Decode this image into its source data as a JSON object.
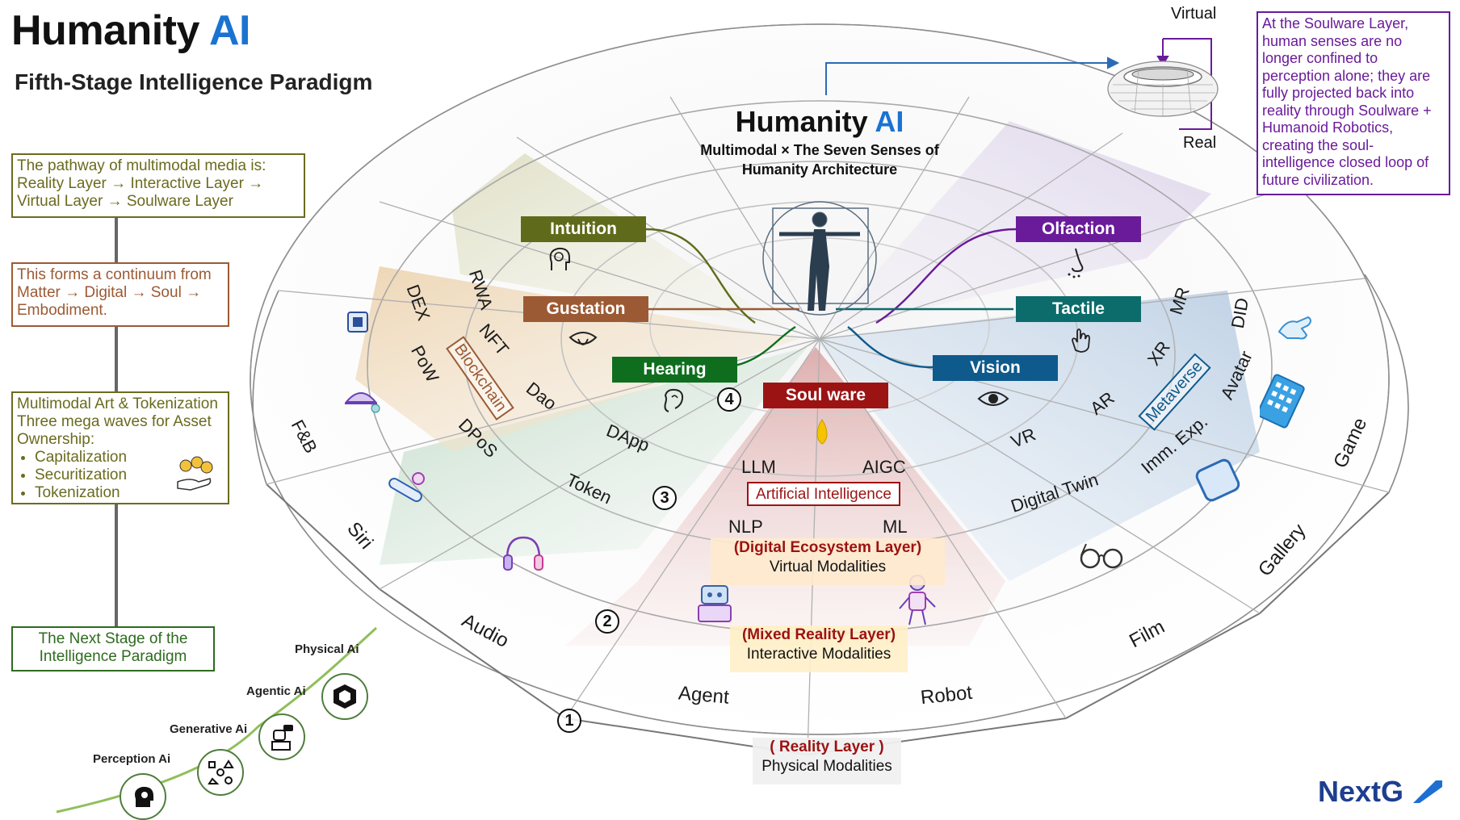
{
  "header": {
    "title_main": "Humanity ",
    "title_ai": "AI",
    "subtitle": "Fifth-Stage Intelligence Paradigm"
  },
  "center": {
    "title_main": "Humanity ",
    "title_ai": "AI",
    "subtitle_line1": "Multimodal × The Seven Senses of",
    "subtitle_line2": "Humanity Architecture"
  },
  "loop": {
    "virtual": "Virtual",
    "real": "Real",
    "note": "At the Soulware Layer, human senses are no longer confined to perception alone; they are fully projected back into reality through Soulware + Humanoid Robotics, creating the soul-intelligence closed loop of future civilization."
  },
  "left_notes": {
    "pathway": "The pathway of multimodal media is: Reality Layer → Interactive Layer → Virtual Layer → Soulware Layer",
    "continuum": "This forms a continuum from Matter → Digital → Soul → Embodiment.",
    "art_title": "Multimodal Art & Tokenization Three mega waves for Asset Ownership:",
    "art_items": [
      "Capitalization",
      "Securitization",
      "Tokenization"
    ],
    "next_stage": "The Next Stage of the Intelligence Paradigm"
  },
  "stages": [
    "Perception Ai",
    "Generative Ai",
    "Agentic Ai",
    "Physical Ai"
  ],
  "senses": {
    "intuition": "Intuition",
    "gustation": "Gustation",
    "hearing": "Hearing",
    "soulware": "Soul ware",
    "olfaction": "Olfaction",
    "tactile": "Tactile",
    "vision": "Vision"
  },
  "colors": {
    "intuition": "#5f6b1a",
    "gustation": "#9c5a34",
    "hearing": "#0e6e1e",
    "soulware": "#9c1313",
    "olfaction": "#6a1b9a",
    "tactile": "#0c6b6b",
    "vision": "#0f5a8c",
    "brand": "#1a73d1",
    "nextg": "#1d3f8f"
  },
  "cells": {
    "dex": "DEX",
    "rwa": "RWA",
    "nft": "NFT",
    "pow": "PoW",
    "blockchain": "Blockchain",
    "dao": "Dao",
    "dpos": "DPoS",
    "dapp": "DApp",
    "token": "Token",
    "fb": "F&B",
    "siri": "Siri",
    "audio": "Audio",
    "agent": "Agent",
    "robot": "Robot",
    "llm": "LLM",
    "aigc": "AIGC",
    "nlp": "NLP",
    "ml": "ML",
    "mr": "MR",
    "did": "DID",
    "xr": "XR",
    "metaverse": "Metaverse",
    "avatar": "Avatar",
    "ar": "AR",
    "vr": "VR",
    "imm": "Imm. Exp.",
    "game": "Game",
    "digital_twin": "Digital Twin",
    "gallery": "Gallery",
    "film": "Film"
  },
  "ai_box": "Artificial Intelligence",
  "layers": {
    "digital_title": "(Digital Ecosystem Layer)",
    "digital_sub": "Virtual Modalities",
    "mixed_title": "(Mixed Reality Layer)",
    "mixed_sub": "Interactive Modalities",
    "reality_title": "( Reality Layer )",
    "reality_sub": "Physical Modalities"
  },
  "ring_numbers": [
    "1",
    "2",
    "3",
    "4"
  ],
  "brand": "NextG"
}
